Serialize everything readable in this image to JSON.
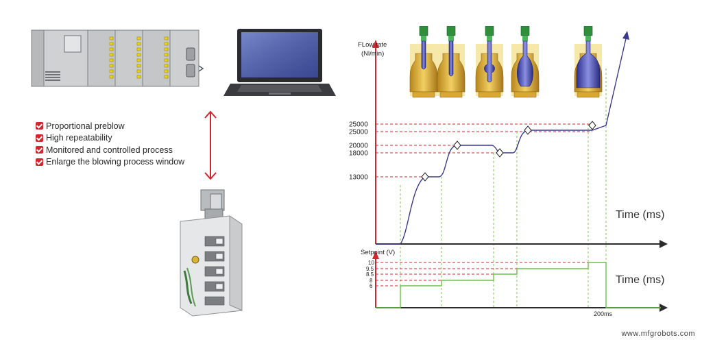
{
  "features": [
    "Proportional preblow",
    "High repeatability",
    "Monitored and controlled process",
    "Enlarge the blowing process window"
  ],
  "flow_chart": {
    "ylabel_line1": "FLow rate",
    "ylabel_line2": "(Nl/min)",
    "xlabel": "Time (ms)",
    "ticks": [
      "25000",
      "25000",
      "20000",
      "18000",
      "13000"
    ]
  },
  "setpoint_chart": {
    "ylabel": "Setpoint (V)",
    "xlabel": "Time (ms)",
    "ticks": [
      "10",
      "9.5",
      "8.5",
      "8",
      "6"
    ],
    "time_marker": "200ms"
  },
  "watermark": "www.mfgrobots.com",
  "colors": {
    "accent_red": "#d0262d",
    "flow_curve": "#3a3a8c",
    "setpoint_curve": "#6cc04a",
    "guide_green": "#7cc34f"
  },
  "icons": [
    "plc-controller-icon",
    "laptop-icon",
    "valve-block-icon",
    "preform-bottle-icon"
  ]
}
